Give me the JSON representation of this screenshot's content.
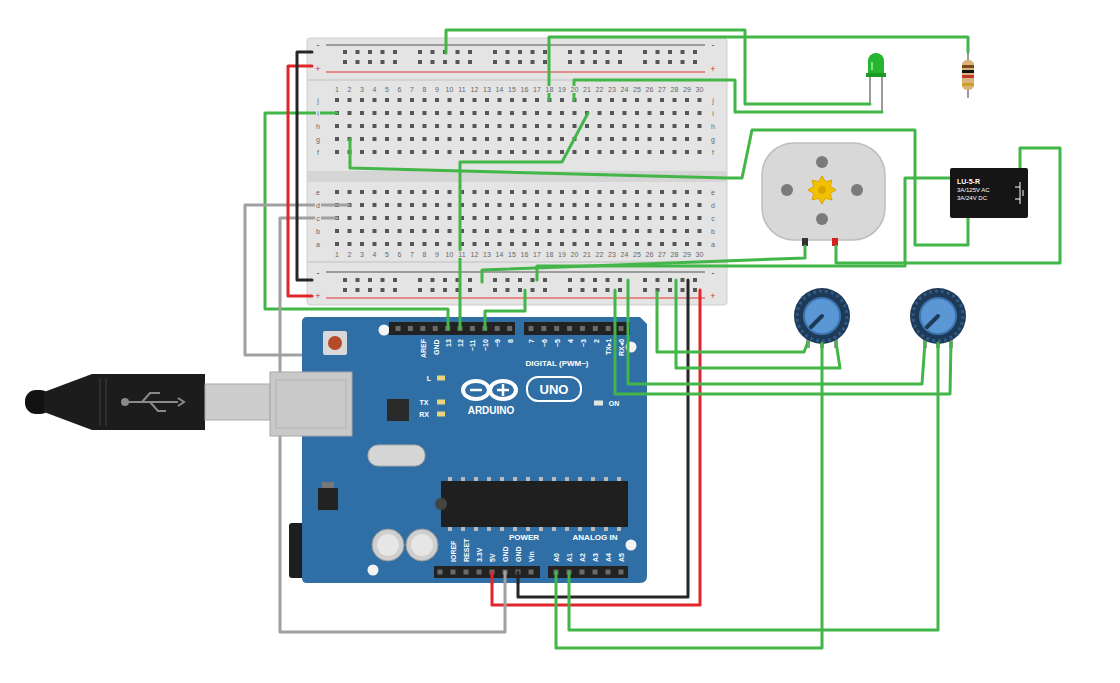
{
  "diagram": {
    "nodes": [
      {
        "text": [
          "-",
          "-",
          "+",
          "+",
          "1",
          "2",
          "3",
          "4",
          "5",
          "6",
          "7",
          "8",
          "9",
          "10",
          "11",
          "12",
          "13",
          "14",
          "15",
          "16",
          "17",
          "18",
          "19",
          "20",
          "21",
          "22",
          "23",
          "24",
          "25",
          "26",
          "27",
          "28",
          "29",
          "30",
          "j",
          "j",
          "i",
          "i",
          "h",
          "h",
          "g",
          "g",
          "f",
          "f",
          "e",
          "e",
          "d",
          "d",
          "c",
          "c",
          "b",
          "b",
          "a",
          "a",
          "1",
          "2",
          "3",
          "4",
          "5",
          "6",
          "7",
          "8",
          "9",
          "10",
          "11",
          "12",
          "13",
          "14",
          "15",
          "16",
          "17",
          "18",
          "19",
          "20",
          "21",
          "22",
          "23",
          "24",
          "25",
          "26",
          "27",
          "28",
          "29",
          "30",
          "-",
          "-",
          "+",
          "+"
        ]
      },
      {
        "text": [
          "LU-5-R",
          "3A/125V AC",
          "3A/24V DC"
        ]
      },
      {
        "text": [
          "AREF",
          "GND",
          "13",
          "12",
          "~11",
          "~10",
          "~9",
          "8",
          "7",
          "~6",
          "~5",
          "4",
          "~3",
          "2",
          "TX▸1",
          "RX◂0",
          "DIGITAL (PWM~)",
          "L",
          "UNO",
          "TX",
          "ON",
          "ARDUINO",
          "RX",
          "POWER",
          "ANALOG IN",
          "IOREF",
          "RESET",
          "3.3V",
          "5V",
          "GND",
          "GND",
          "Vin",
          "A0",
          "A1",
          "A2",
          "A3",
          "A4",
          "A5"
        ]
      }
    ],
    "edges": [
      {
        "from": 2,
        "to": 0,
        "arrow": "none"
      },
      {
        "from": 2,
        "to": 0,
        "arrow": "none"
      },
      {
        "from": 2,
        "to": 0,
        "arrow": "none"
      },
      {
        "from": 2,
        "to": 0,
        "arrow": "none"
      },
      {
        "from": 2,
        "to": 0,
        "arrow": "none"
      },
      {
        "from": 2,
        "to": 0,
        "arrow": "none"
      },
      {
        "from": 0,
        "to": 2,
        "arrow": "none"
      },
      {
        "from": 0,
        "to": 1,
        "arrow": "none"
      },
      {
        "from": 1,
        "to": 0,
        "arrow": "none"
      }
    ]
  }
}
